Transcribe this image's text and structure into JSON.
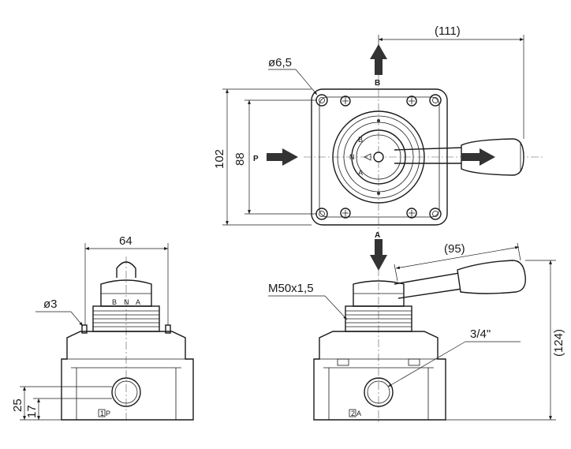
{
  "top_view": {
    "dim_lever_length": "(111)",
    "dim_hole_dia": "ø6,5",
    "dim_outer": "102",
    "dim_inner": "88",
    "port_b": "B",
    "port_p": "P",
    "port_a": "A",
    "dial_labels": [
      "B",
      "N",
      "A"
    ]
  },
  "left_view": {
    "dim_width": "64",
    "dim_pin_dia": "ø3",
    "dim_height_25": "25",
    "dim_height_17": "17",
    "collar_labels": [
      "B",
      "N",
      "A"
    ],
    "port_tag_num": "1",
    "port_tag_letter": "P"
  },
  "right_view": {
    "dim_lever": "(95)",
    "dim_thread": "M50x1,5",
    "dim_port": "3/4\"",
    "dim_height": "(124)",
    "port_tag_num": "2",
    "port_tag_letter": "A"
  },
  "colors": {
    "line": "#1a1a1a",
    "arrow": "#333333",
    "background": "#ffffff"
  }
}
